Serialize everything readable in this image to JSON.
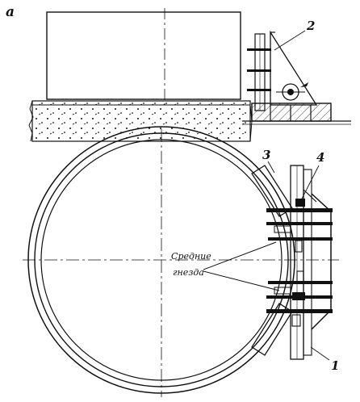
{
  "figure": {
    "panel_letter": "а",
    "labels": {
      "part_1": "1",
      "part_2": "2",
      "part_3": "3",
      "part_4": "4",
      "middle_line1": "Средние",
      "middle_line2": "гнезда"
    }
  }
}
